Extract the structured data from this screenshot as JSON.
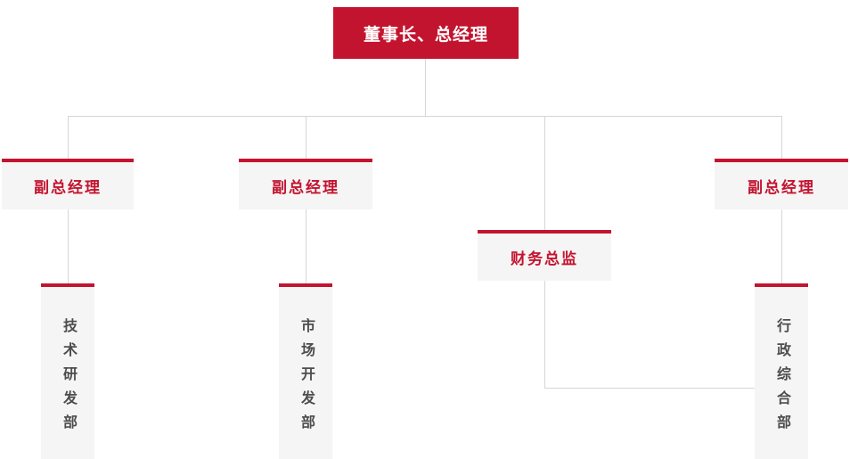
{
  "org_chart": {
    "root": {
      "label": "董事长、总经理"
    },
    "level2": [
      {
        "label": "副总经理"
      },
      {
        "label": "副总经理"
      },
      {
        "label": "财务总监"
      },
      {
        "label": "副总经理"
      }
    ],
    "departments": [
      {
        "label": "技术研发部"
      },
      {
        "label": "市场开发部"
      },
      {
        "label": "行政综合部"
      }
    ],
    "edges": [
      "root -> deputy-1",
      "root -> deputy-2",
      "root -> finance-director",
      "root -> deputy-3",
      "deputy-1 -> tech-rd-dept",
      "deputy-2 -> market-dev-dept",
      "deputy-3 -> admin-general-dept",
      "finance-director -> admin-general-dept"
    ]
  },
  "colors": {
    "accent_red": "#c3142f",
    "node_background": "#f5f5f5",
    "connector_gray": "#d6d6d6",
    "department_text": "#4d4d4d",
    "root_text": "#ffffff"
  }
}
